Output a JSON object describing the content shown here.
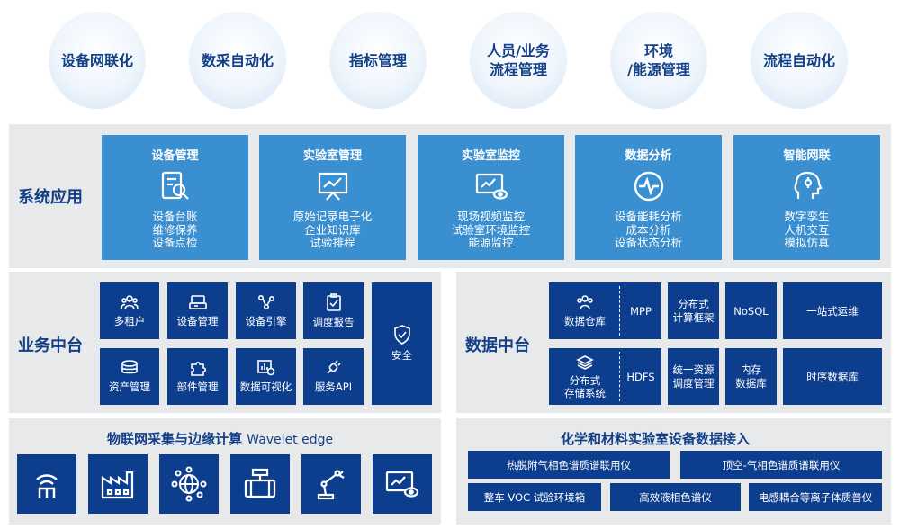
{
  "top_circles": [
    {
      "label": "设备网联化"
    },
    {
      "label": "数采自动化"
    },
    {
      "label": "指标管理"
    },
    {
      "label": "人员/业务\n流程管理"
    },
    {
      "label": "环境\n/能源管理"
    },
    {
      "label": "流程自动化"
    }
  ],
  "system_apps": {
    "label": "系统应用",
    "columns": [
      {
        "title": "设备管理",
        "icon": "device-search-icon",
        "lines": "设备台账\n维修保养\n设备点检"
      },
      {
        "title": "实验室管理",
        "icon": "presentation-board-icon",
        "lines": "原始记录电子化\n企业知识库\n试验排程"
      },
      {
        "title": "实验室监控",
        "icon": "monitor-eye-icon",
        "lines": "现场视频监控\n试验室环境监控\n能源监控"
      },
      {
        "title": "数据分析",
        "icon": "pulse-circle-icon",
        "lines": "设备能耗分析\n成本分析\n设备状态分析"
      },
      {
        "title": "智能网联",
        "icon": "ai-head-icon",
        "lines": "数字孪生\n人机交互\n模拟仿真"
      }
    ]
  },
  "business_platform": {
    "label": "业务中台",
    "tiles": [
      {
        "label": "多租户",
        "icon": "users-icon"
      },
      {
        "label": "设备管理",
        "icon": "device-icon"
      },
      {
        "label": "设备引擎",
        "icon": "network-icon"
      },
      {
        "label": "调度报告",
        "icon": "clipboard-check-icon"
      },
      {
        "label": "资产管理",
        "icon": "coins-icon"
      },
      {
        "label": "部件管理",
        "icon": "puzzle-icon"
      },
      {
        "label": "数据可视化",
        "icon": "chart-icon"
      },
      {
        "label": "服务API",
        "icon": "plug-icon"
      },
      {
        "label": "安全",
        "icon": "shield-check-icon"
      }
    ]
  },
  "data_platform": {
    "label": "数据中台",
    "warehouse": "数据仓库",
    "mpp": "MPP",
    "distributed_storage": "分布式\n存储系统",
    "hdfs": "HDFS",
    "distributed_compute": "分布式\n计算框架",
    "nosql": "NoSQL",
    "ops": "一站式运维",
    "unified_scheduling": "统一资源\n调度管理",
    "in_memory_db": "内存\n数据库",
    "timeseries_db": "时序数据库"
  },
  "iot_edge": {
    "title": "物联网采集与边缘计算",
    "title_en": "Wavelet edge",
    "icons": [
      "router-icon",
      "factory-icon",
      "globe-network-icon",
      "pipe-valve-icon",
      "robot-arm-icon",
      "monitor-eye-icon"
    ]
  },
  "lab_access": {
    "title": "化学和材料实验室设备数据接入",
    "row1": [
      "热脱附气相色谱质谱联用仪",
      "顶空-气相色谱质谱联用仪"
    ],
    "row2": [
      "整车 VOC 试验环境箱",
      "高效液相色谱仪",
      "电感耦合等离子体质普仪"
    ]
  },
  "colors": {
    "dark_blue": "#0d3e8e",
    "light_blue": "#3a8fd1",
    "panel_gray": "#e8e9eb",
    "title_blue": "#123f86"
  }
}
